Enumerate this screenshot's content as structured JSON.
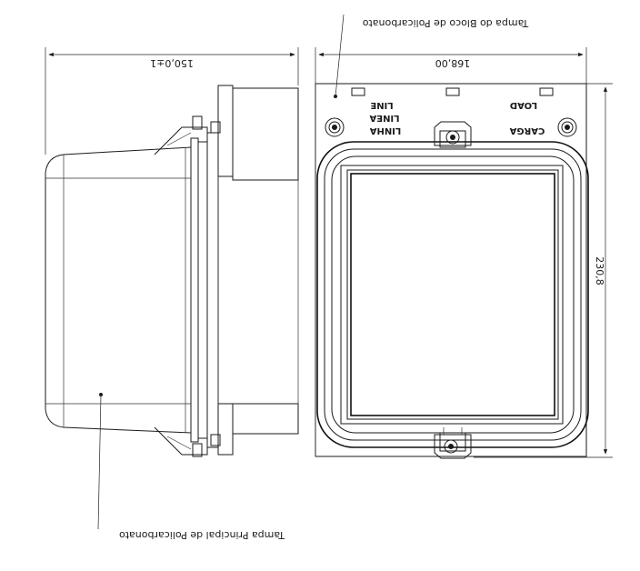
{
  "callouts": {
    "top_cover": "Tampa do Bloco de Policarbonato",
    "main_cover": "Tampa Principal de Policarbonato"
  },
  "dimensions": {
    "depth": "150,0±1",
    "width": "168,00",
    "height": "230,8"
  },
  "terminals": {
    "line_en": "LINE",
    "line_es": "LINEA",
    "line_pt": "LINHA",
    "load_en": "LOAD",
    "load_pt": "CARGA"
  }
}
